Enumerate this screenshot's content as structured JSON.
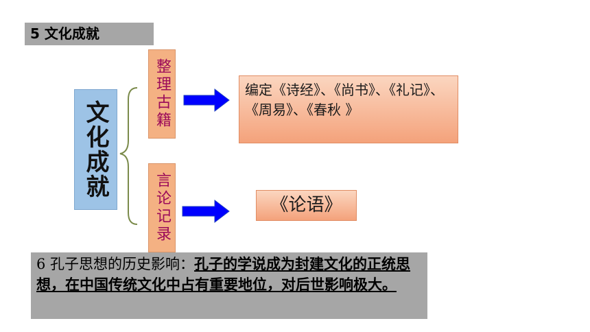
{
  "section_title": "5 文化成就",
  "main_node": "文化成就",
  "branches": [
    {
      "label": "整理古籍",
      "result": "编定《诗经》、《尚书》、《礼记》、《周易》、《春秋 》"
    },
    {
      "label": "言论记录",
      "result": "《论语》"
    }
  ],
  "influence": {
    "lead": "6 孔子思想的历史影响：",
    "body": "孔子的学说成为封建文化的正统思想，在中国传统文化中占有重要地位，对后世影响极大。"
  },
  "colors": {
    "main_node_fill": "#9dc3e6",
    "branch_fill": "#f4b183",
    "branch_text": "#9b0a5a",
    "arrow": "#0000ff",
    "title_band": "#a6a6a6"
  }
}
